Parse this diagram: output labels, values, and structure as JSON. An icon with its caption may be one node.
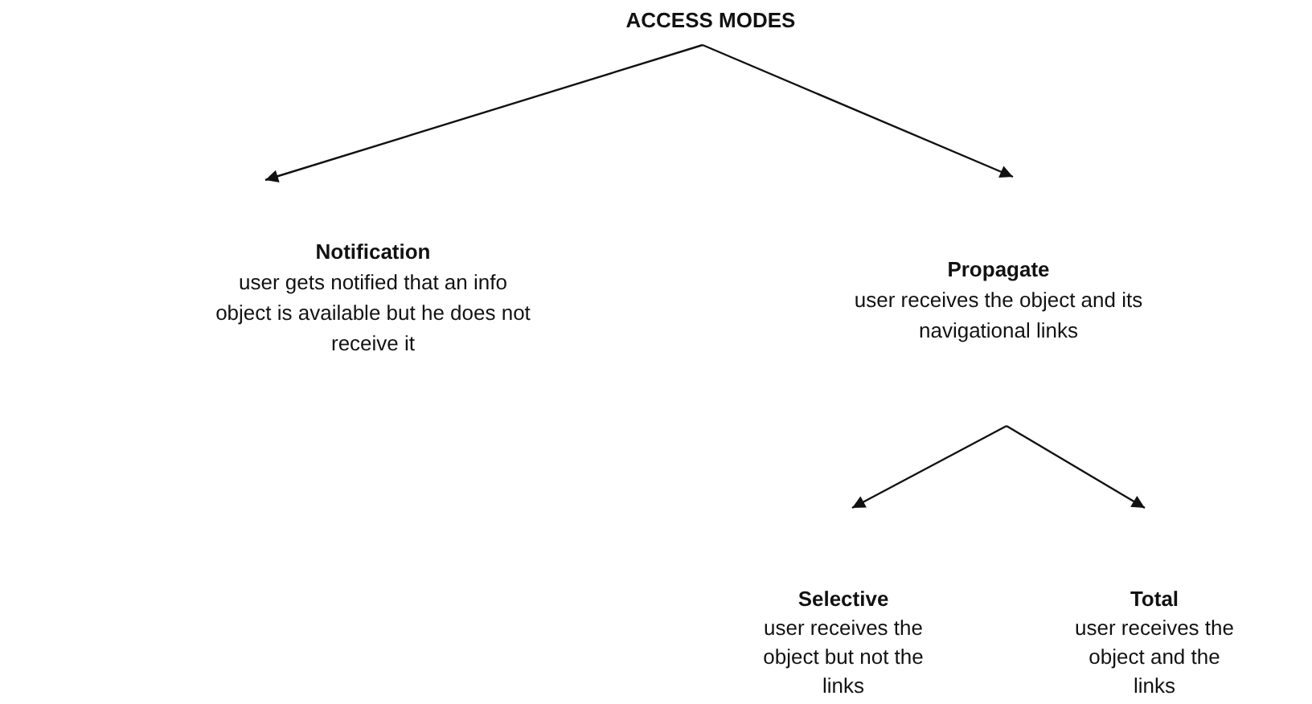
{
  "diagram": {
    "nodes": [
      {
        "text": [
          "ACCESS MODES"
        ]
      },
      {
        "text": [
          "Notification",
          "user gets notified that an info object is available but he does not receive it"
        ]
      },
      {
        "text": [
          "Propagate",
          "user receives the object and its navigational links"
        ]
      },
      {
        "text": [
          "Selective",
          "user receives the object but not the links"
        ]
      },
      {
        "text": [
          "Total",
          "user receives the object and the links"
        ]
      }
    ],
    "edges": [
      {
        "from": 0,
        "to": 1,
        "arrow": "to"
      },
      {
        "from": 0,
        "to": 2,
        "arrow": "to"
      },
      {
        "from": 2,
        "to": 3,
        "arrow": "to"
      },
      {
        "from": 2,
        "to": 4,
        "arrow": "to"
      }
    ]
  }
}
